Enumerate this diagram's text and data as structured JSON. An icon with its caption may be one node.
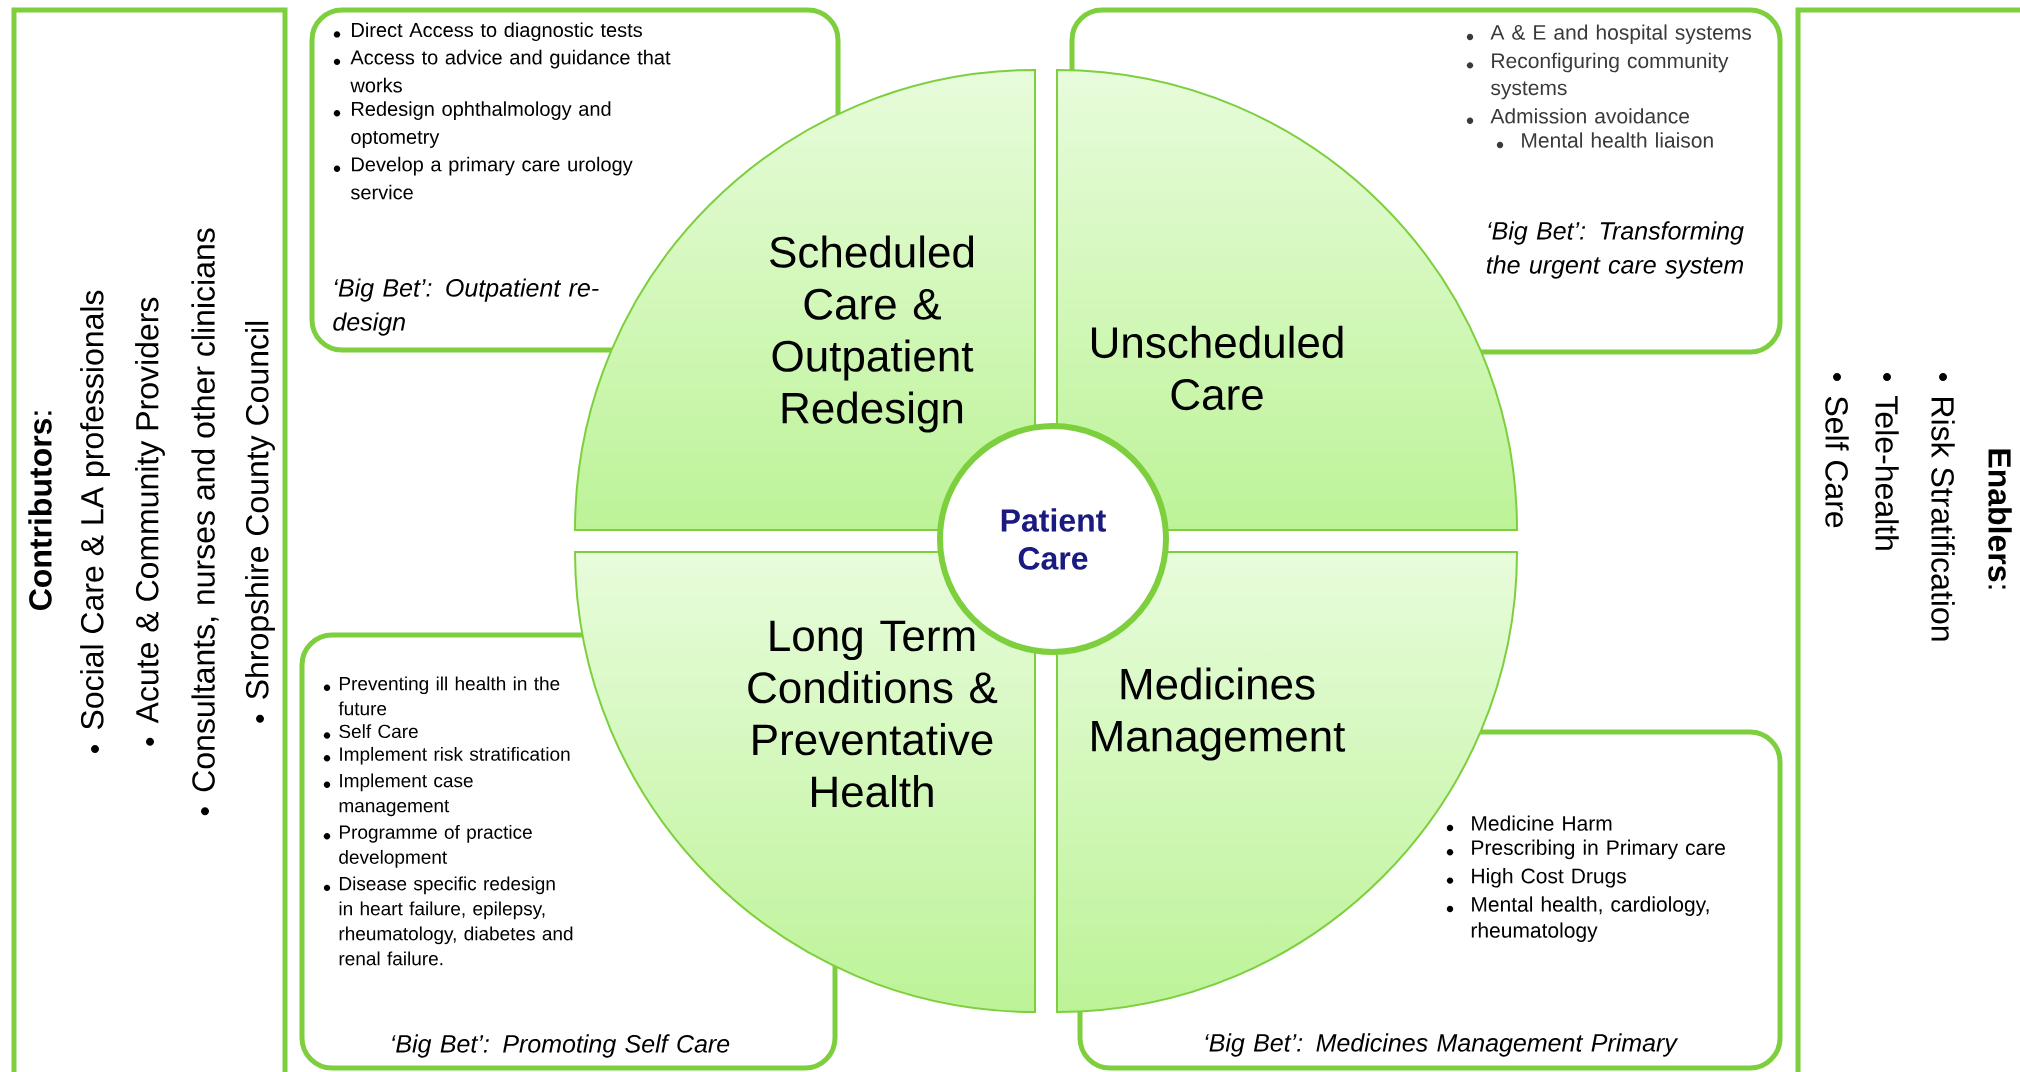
{
  "diagram": {
    "nodes": [
      {
        "text": [
          "**Contributors**:",
          "Social Care & LA professionals",
          "Acute & Community Providers",
          "Consultants, nurses and other clinicians",
          "Shropshire County Council"
        ]
      },
      {
        "text": [
          "Direct Access to diagnostic tests",
          "Access to advice and guidance that works",
          "Redesign ophthalmology and optometry",
          "Develop a primary care urology service",
          "‘Big Bet’: Outpatient re-design"
        ]
      },
      {
        "text": [
          "A & E and hospital systems",
          "Reconfiguring community systems",
          "Admission avoidance",
          "Mental health liaison",
          "‘Big Bet’: Transforming the urgent care system"
        ]
      },
      {
        "text": [
          "Preventing ill health in the future",
          "Self Care",
          "Implement risk stratification",
          "Implement case management",
          "Programme of practice development",
          "Disease specific redesign in heart failure, epilepsy, rheumatology, diabetes and renal failure.",
          "‘Big Bet’: Promoting Self Care"
        ]
      },
      {
        "text": [
          "Medicine Harm",
          "Prescribing in Primary care",
          "High Cost Drugs",
          "Mental health, cardiology, rheumatology",
          "‘Big Bet’: Medicines Management Primary"
        ]
      },
      {
        "text": [
          "**Enablers**:",
          "Risk Stratification",
          "Tele-health",
          "Self Care"
        ]
      },
      {
        "text": [
          "Scheduled Care & Outpatient Redesign"
        ]
      },
      {
        "text": [
          "Unscheduled Care"
        ]
      },
      {
        "text": [
          "Long Term Conditions & Preventative Health"
        ]
      },
      {
        "text": [
          "Medicines Management"
        ]
      },
      {
        "text": [
          "Patient Care"
        ]
      }
    ]
  }
}
